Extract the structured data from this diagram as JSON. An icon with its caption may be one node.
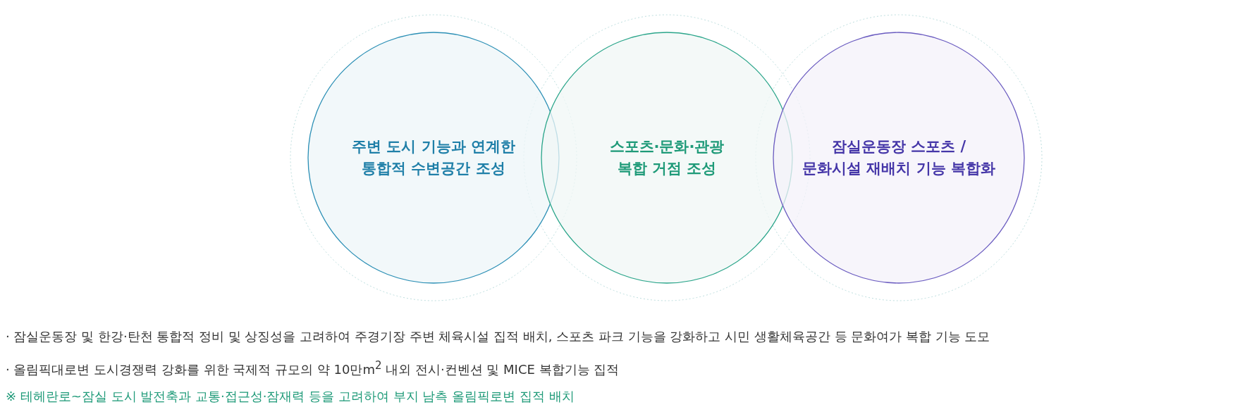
{
  "diagram": {
    "nodes": [
      {
        "text": [
          "주변 도시 기능과 연계한 통합적 수변공간 조성"
        ]
      },
      {
        "text": [
          "스포츠·문화·관광 복합 거점 조성"
        ]
      },
      {
        "text": [
          "잠실운동장 스포츠 / 문화시설 재배치 기능 복합화"
        ]
      }
    ],
    "labels": [
      "· 잠실운동장 및 한강·탄천 통합적 정비 및 상징성을 고려하여 주경기장 주변 체육시설 집적 배치, 스포츠 파크 기능을 강화하고 시민 생활체육공간 등 문화여가 복합 기능 도모",
      "· 올림픽대로변 도시경쟁력 강화를 위한 국제적 규모의 약 10만m$^{2}$ 내외 전시·컨벤션 및 MICE 복합기능 집적",
      "※ 테헤란로~잠실 도시 발전축과 교통·접근성·잠재력 등을 고려하여 부지 남측 올림픽로변 집적 배치"
    ]
  }
}
